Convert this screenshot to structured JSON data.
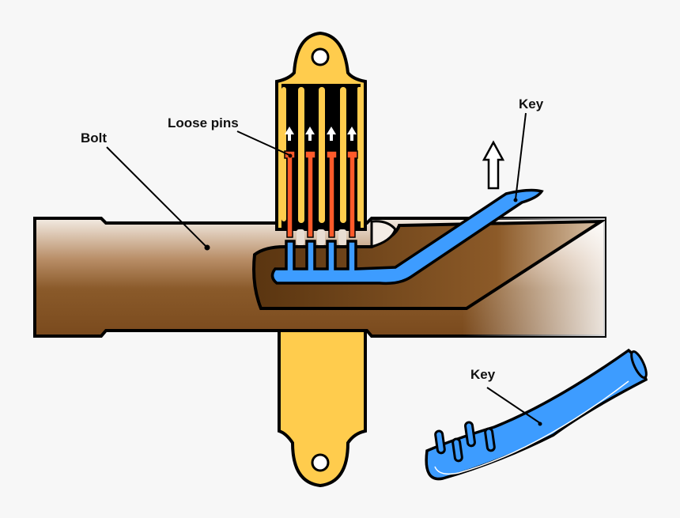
{
  "labels": {
    "bolt": "Bolt",
    "loose_pins": "Loose pins",
    "key_inserted": "Key",
    "key_separate": "Key"
  },
  "colors": {
    "background": "#f7f7f7",
    "housing": "#ffcc4d",
    "pins": "#ff5a2a",
    "key": "#3d9cff",
    "bolt": "#8a5a2a",
    "outline": "#000000"
  },
  "icons": [
    "up-arrow-icon"
  ]
}
